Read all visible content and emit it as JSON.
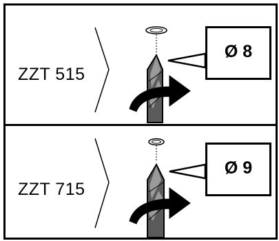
{
  "panels": [
    {
      "model": "ZZT 515",
      "size": "Ø 8"
    },
    {
      "model": "ZZT 715",
      "size": "Ø 9"
    }
  ],
  "colors": {
    "ink": "#000000",
    "background": "#ffffff"
  },
  "icons": [
    "bracket-icon",
    "hole-ring-icon",
    "drill-bit-icon",
    "rotation-arrow-icon"
  ]
}
